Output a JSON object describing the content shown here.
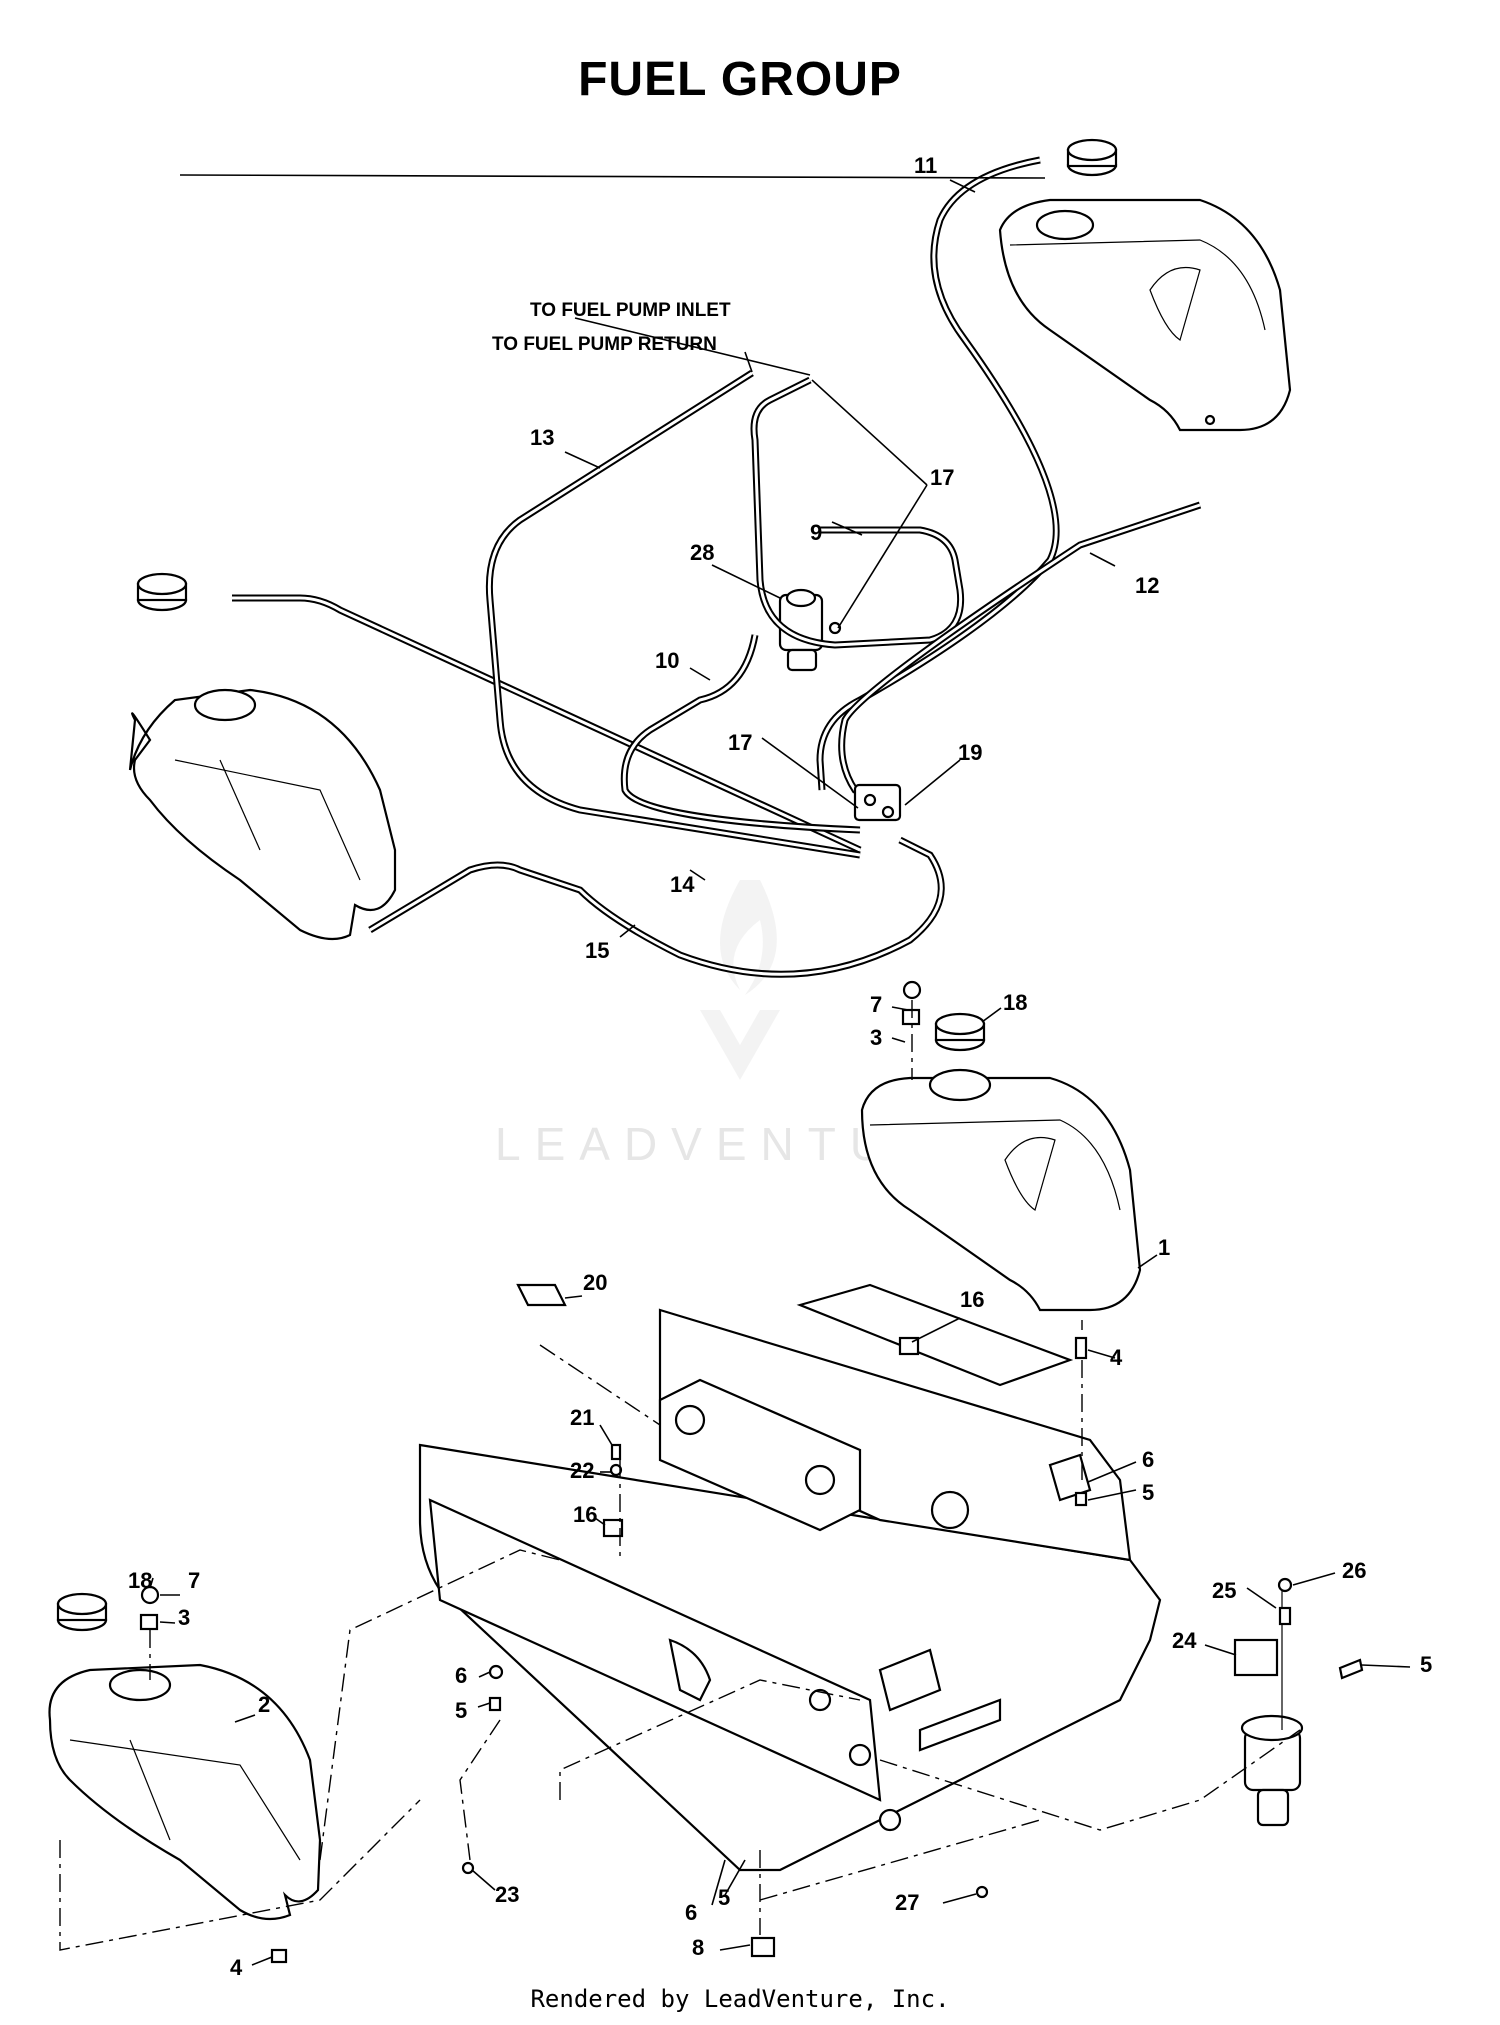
{
  "title": "FUEL GROUP",
  "footer": "Rendered by LeadVenture, Inc.",
  "watermark": "LEADVENTURE",
  "labels": {
    "inlet": "TO FUEL PUMP INLET",
    "return": "TO FUEL PUMP RETURN"
  },
  "callouts": {
    "c11": "11",
    "c13": "13",
    "c17a": "17",
    "c9": "9",
    "c28": "28",
    "c12": "12",
    "c10": "10",
    "c17b": "17",
    "c19": "19",
    "c14": "14",
    "c15": "15",
    "c7a": "7",
    "c18a": "18",
    "c3a": "3",
    "c1": "1",
    "c20": "20",
    "c16a": "16",
    "c4a": "4",
    "c21": "21",
    "c22": "22",
    "c16b": "16",
    "c6a": "6",
    "c5a": "5",
    "c18b": "18",
    "c7b": "7",
    "c3b": "3",
    "c2": "2",
    "c6b": "6",
    "c5b": "5",
    "c26": "26",
    "c25": "25",
    "c24": "24",
    "c5c": "5",
    "c23": "23",
    "c6c": "6",
    "c5d": "5",
    "c27": "27",
    "c8": "8",
    "c4b": "4"
  }
}
